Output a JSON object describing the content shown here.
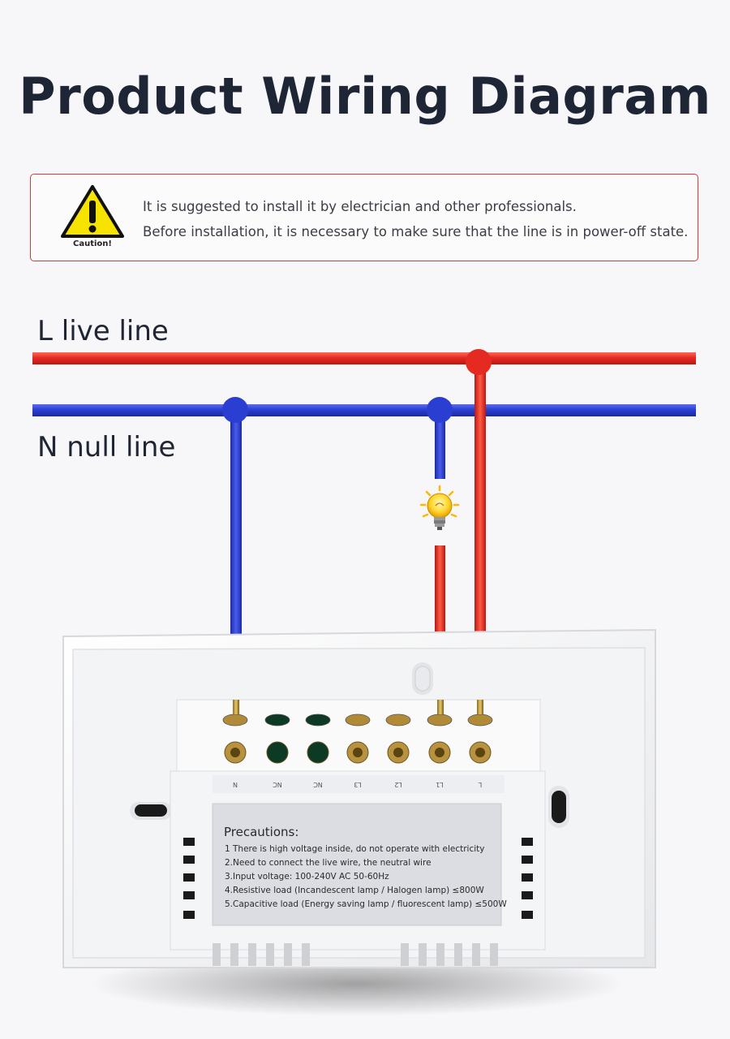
{
  "title": "Product Wiring Diagram",
  "caution": {
    "icon_label": "Caution!",
    "line1": "It is suggested to install it by electrician and other professionals.",
    "line2": "Before installation, it is necessary to make sure that the line is in power-off state."
  },
  "lines": {
    "live": "L live line",
    "null": "N null line"
  },
  "terminals": [
    "N",
    "NC",
    "NC",
    "L3",
    "L2",
    "L1",
    "L"
  ],
  "precautions": {
    "heading": "Precautions:",
    "items": [
      "1 There is high voltage inside, do not operate with electricity",
      "2.Need to connect the live wire, the neutral wire",
      "3.Input voltage:  100-240V AC 50-60Hz",
      "4.Resistive load (Incandescent lamp / Halogen lamp) ≤800W",
      "5.Capacitive load (Energy saving lamp / fluorescent lamp) ≤500W"
    ]
  },
  "colors": {
    "live": "#e52a22",
    "null": "#2a3fd2",
    "caution_border": "#d43a3a",
    "warning_yellow": "#f6e400"
  },
  "icons": [
    "warning-triangle-icon",
    "light-bulb-icon"
  ]
}
